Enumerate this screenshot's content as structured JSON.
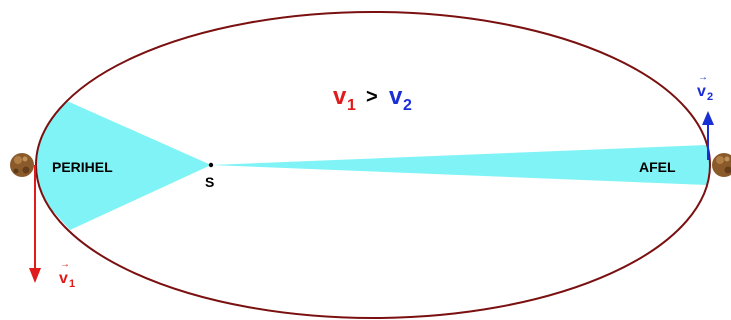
{
  "colors": {
    "orbit": "#7a1010",
    "sector": "#7ff3f5",
    "v1": "#e01b1b",
    "v2": "#1a2ed6",
    "text": "#000000",
    "planet": "#8a5a2b"
  },
  "labels": {
    "perihelion": "PERIHEL",
    "aphelion": "AFEL",
    "sun": "S",
    "arrow_glyph": "→",
    "v1_symbol": "v",
    "v1_subscript": "1",
    "v2_symbol": "v",
    "v2_subscript": "2",
    "relation": ">"
  },
  "icons": {
    "planet_left": "planet-icon",
    "planet_right": "planet-icon",
    "sun": "sun-dot-icon"
  }
}
